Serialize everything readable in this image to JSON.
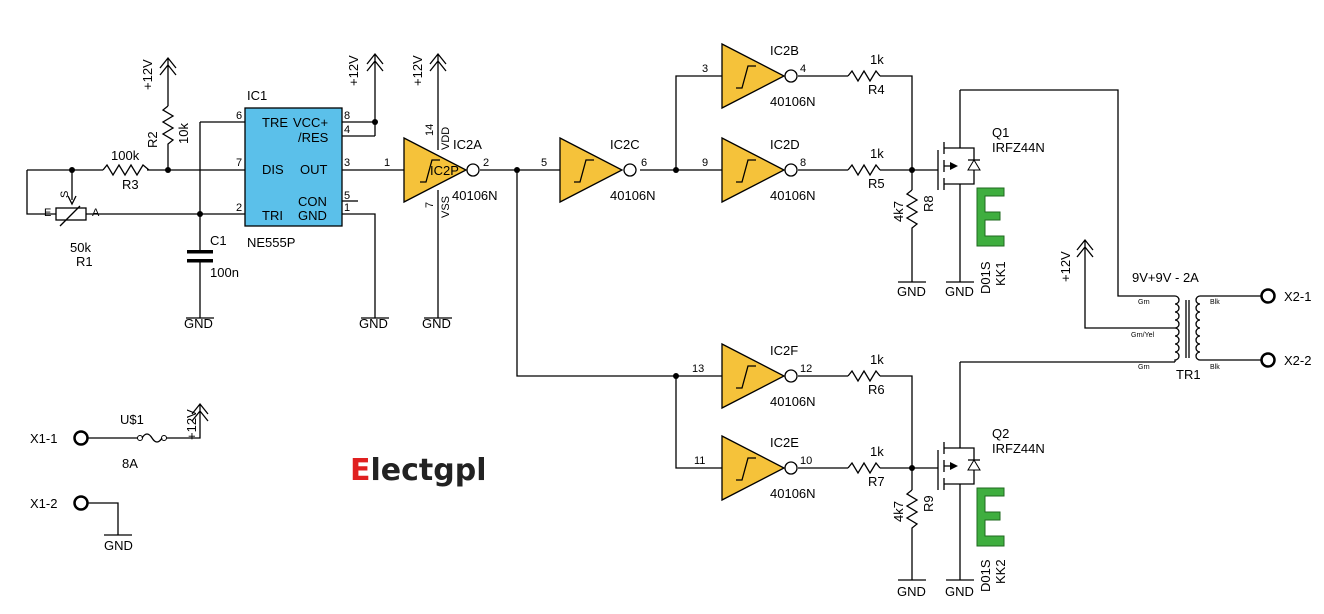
{
  "colors": {
    "buffer": "#f5c23a",
    "ic": "#5bc0ea",
    "heatsink": "#3fae3f",
    "logo_red": "#e02020",
    "logo_black": "#222222"
  },
  "logo": {
    "first": "E",
    "rest": "lectgpl"
  },
  "labels": {
    "ic1": "IC1",
    "ne555": "NE555P",
    "tre": "TRE",
    "vcc": "VCC+",
    "res": "/RES",
    "dis": "DIS",
    "out": "OUT",
    "con": "CON",
    "tri": "TRI",
    "gnd_pin": "GND",
    "p6": "6",
    "p4": "4",
    "p8": "8",
    "p7": "7",
    "p3": "3",
    "p5": "5",
    "p2": "2",
    "p1": "1",
    "r1_val": "50k",
    "r1": "R1",
    "r1_s": "S",
    "r1_e": "E",
    "r1_a": "A",
    "r2": "R2",
    "r2_val": "10k",
    "r3": "R3",
    "r3_val": "100k",
    "c1": "C1",
    "c1_val": "100n",
    "ic2a": "IC2A",
    "ic2a_inner": "IC2P",
    "vdd": "VDD",
    "vss": "VSS",
    "p14": "14",
    "p7b": "7",
    "ic2a_in": "1",
    "ic2a_out": "2",
    "part": "40106N",
    "ic2c": "IC2C",
    "ic2c_in": "5",
    "ic2c_out": "6",
    "ic2b": "IC2B",
    "ic2b_in": "3",
    "ic2b_out": "4",
    "ic2d": "IC2D",
    "ic2d_in": "9",
    "ic2d_out": "8",
    "ic2f": "IC2F",
    "ic2f_in": "13",
    "ic2f_out": "12",
    "ic2e": "IC2E",
    "ic2e_in": "11",
    "ic2e_out": "10",
    "r4": "R4",
    "r5": "R5",
    "r6": "R6",
    "r7": "R7",
    "k1": "1k",
    "r8": "R8",
    "r9": "R9",
    "k47": "4k7",
    "q1": "Q1",
    "q2": "Q2",
    "mosfet": "IRFZ44N",
    "d01s": "D01S",
    "kk1": "KK1",
    "kk2": "KK2",
    "tr1": "TR1",
    "tr_rating": "9V+9V - 2A",
    "grn": "Grn",
    "grnyel": "Grn/Yel",
    "blk": "Blk",
    "x21": "X2-1",
    "x22": "X2-2",
    "x11": "X1-1",
    "x12": "X1-2",
    "us1": "U$1",
    "fuse": "8A",
    "gnd": "GND",
    "p12v": "+12V"
  }
}
